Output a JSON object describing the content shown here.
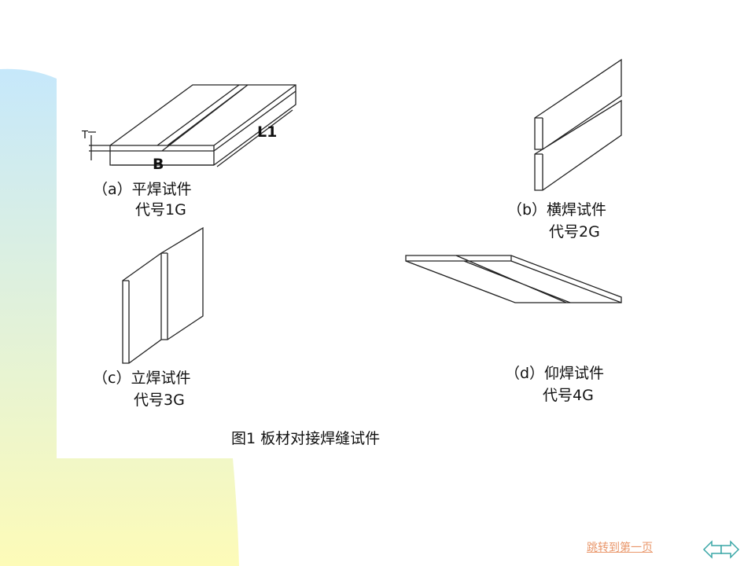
{
  "figure": {
    "title": "图1    板材对接焊缝试件",
    "labels": {
      "t": "T",
      "b": "B",
      "l1": "L1"
    },
    "panels": [
      {
        "line1": "（a）平焊试件",
        "line2": "代号1G"
      },
      {
        "line1": "（b）横焊试件",
        "line2": "代号2G"
      },
      {
        "line1": "（c）立焊试件",
        "line2": "代号3G"
      },
      {
        "line1": "（d）仰焊试件",
        "line2": "代号4G"
      }
    ]
  },
  "nav": {
    "first_page_link": "跳转到第一页",
    "prev": "previous-arrow",
    "next": "next-arrow"
  },
  "colors": {
    "bg_top": "#c6e8fb",
    "bg_bottom": "#fdfbb8",
    "link": "#e9966a",
    "arrow": "#3aa7a7"
  }
}
